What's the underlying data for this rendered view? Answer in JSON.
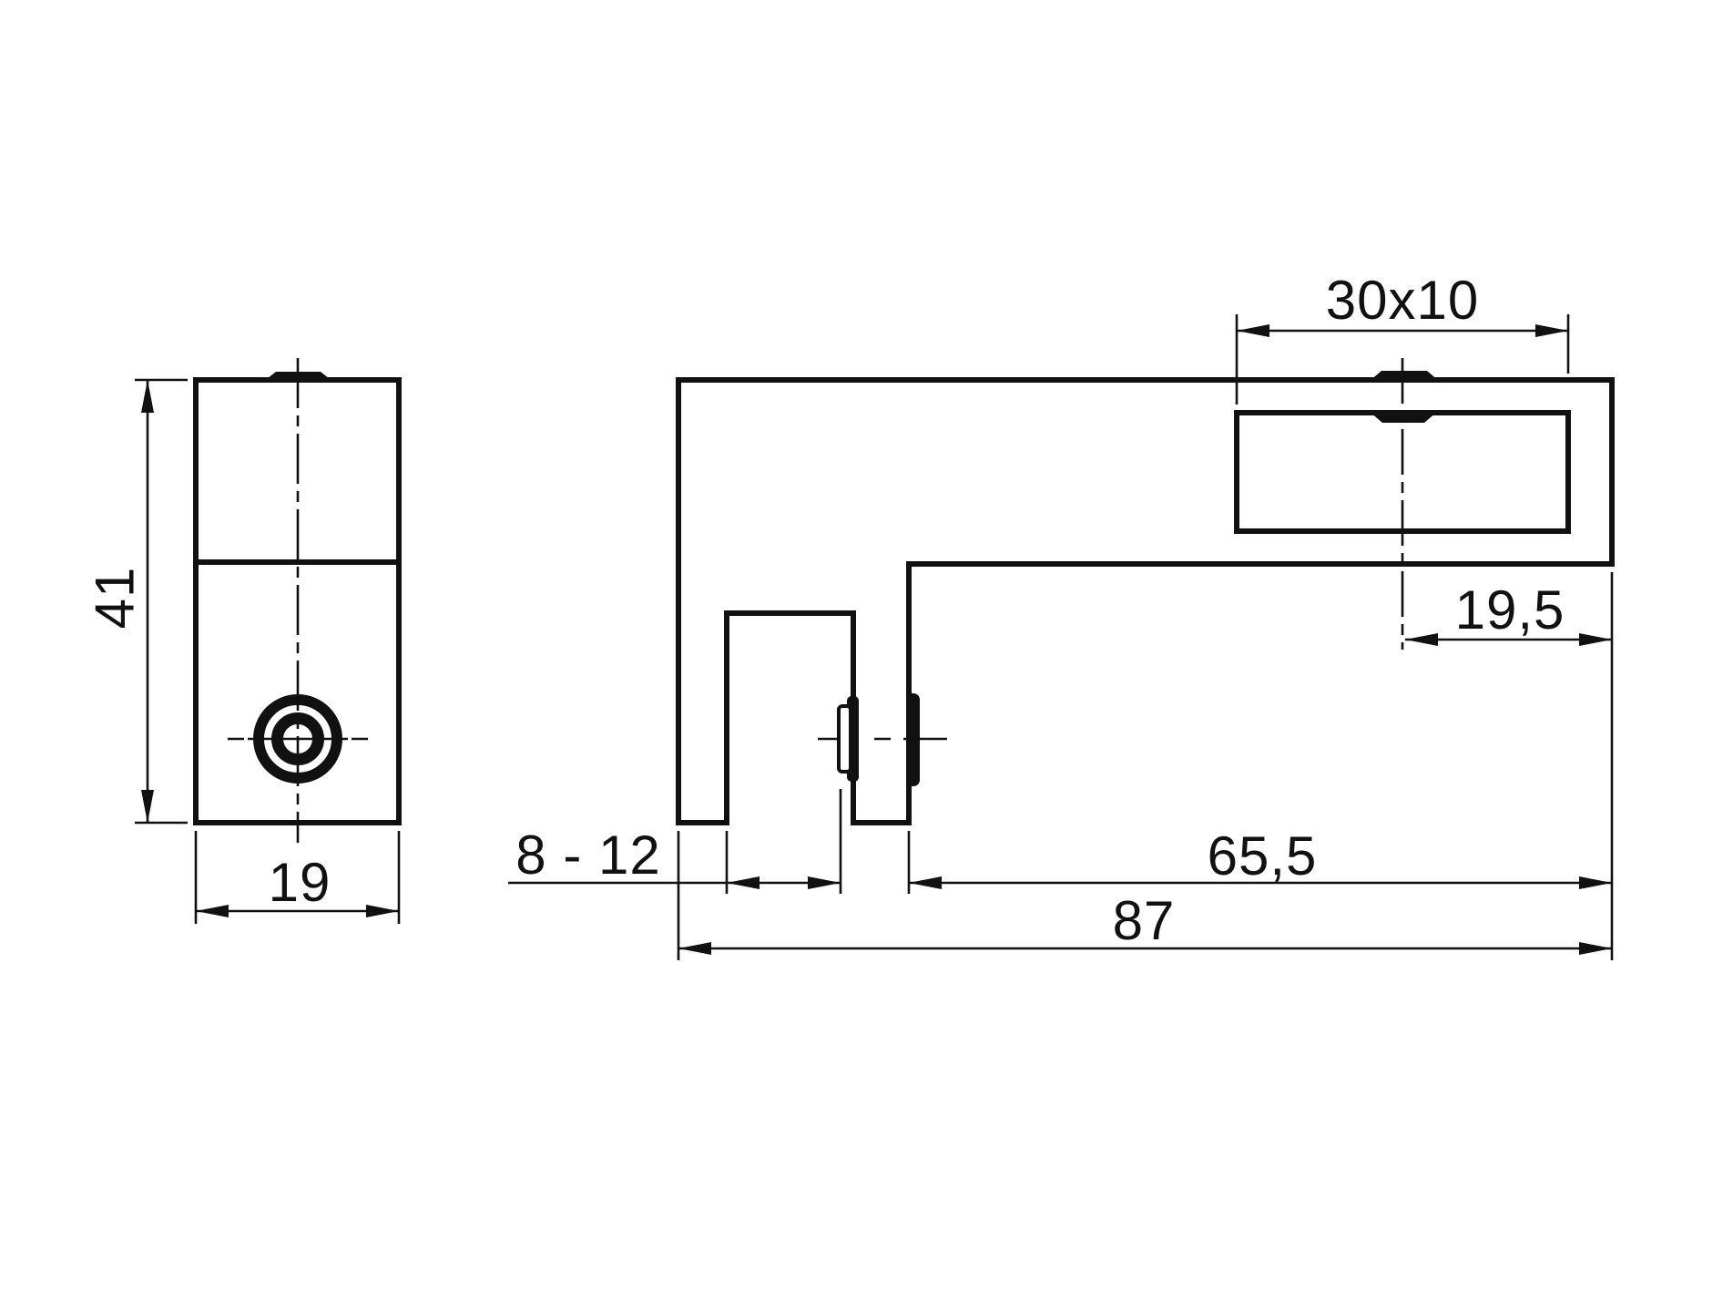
{
  "page": {
    "background_color": "#ffffff",
    "line_color": "#111111"
  },
  "drawing": {
    "kind": "technical-dimension-drawing",
    "views": {
      "front_view": {
        "dimensions": {
          "height": {
            "label": "41",
            "value": 41
          },
          "width": {
            "label": "19",
            "value": 19
          }
        }
      },
      "side_view": {
        "dimensions": {
          "slot_size": {
            "label": "30x10",
            "value": "30x10"
          },
          "screw_offset": {
            "label": "19,5",
            "value": 19.5
          },
          "clamp_range": {
            "label": "8 - 12",
            "value": "8 - 12"
          },
          "arm_length": {
            "label": "65,5",
            "value": 65.5
          },
          "total_length": {
            "label": "87",
            "value": 87
          }
        }
      }
    }
  }
}
